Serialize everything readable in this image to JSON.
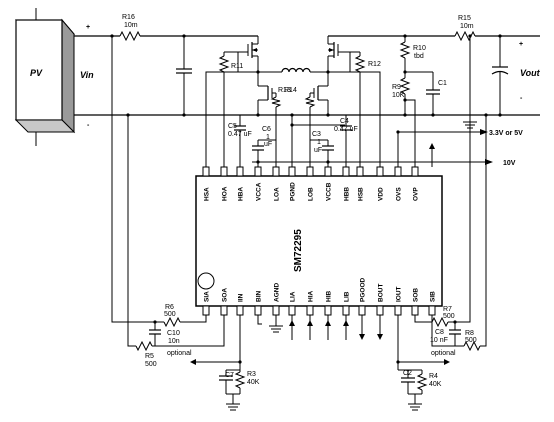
{
  "pv": {
    "label": "PV",
    "vin": "Vin",
    "plus": "+",
    "minus": "-"
  },
  "output": {
    "label": "Vout",
    "plus": "+",
    "minus": "-"
  },
  "supplies": {
    "logic": "3.3V or 5V",
    "gate": "10V"
  },
  "chip": {
    "name": "SM72295",
    "top_pins": [
      "HSA",
      "HOA",
      "HBA",
      "VCCA",
      "LOA",
      "PGND",
      "LOB",
      "VCCB",
      "HBB",
      "HSB",
      "VDD",
      "OVS",
      "OVP"
    ],
    "bottom_pins": [
      "SIA",
      "SOA",
      "IIN",
      "BIN",
      "AGND",
      "LIA",
      "HIA",
      "HIB",
      "LIB",
      "PGOOD",
      "BOUT",
      "IOUT",
      "SOB",
      "SIB"
    ]
  },
  "components": {
    "r16": {
      "name": "R16",
      "value": "10m"
    },
    "r15": {
      "name": "R15",
      "value": "10m"
    },
    "r10": {
      "name": "R10",
      "value": "tbd"
    },
    "r9": {
      "name": "R9",
      "value": "10K"
    },
    "c1": {
      "name": "C1"
    },
    "r11": {
      "name": "R11"
    },
    "r12": {
      "name": "R12"
    },
    "r13": {
      "name": "R13"
    },
    "r14": {
      "name": "R14"
    },
    "c5": {
      "name": "C5",
      "value": "0.47 uF"
    },
    "c4": {
      "name": "C4",
      "value": "0.47 uF"
    },
    "c6": {
      "name": "C6",
      "v1": "1",
      "v2": "uF"
    },
    "c3": {
      "name": "C3",
      "v1": "1",
      "v2": "uF"
    },
    "r6": {
      "name": "R6",
      "value": "500"
    },
    "c10": {
      "name": "C10",
      "value": "10n"
    },
    "r5": {
      "name": "R5",
      "value": "500"
    },
    "optional_a": "optional",
    "r3": {
      "name": "R3",
      "value": "40K"
    },
    "c7": {
      "name": "C7"
    },
    "r7": {
      "name": "R7",
      "value": "500"
    },
    "c8": {
      "name": "C8",
      "value": "10 nF"
    },
    "r8": {
      "name": "R8",
      "value": "500"
    },
    "optional_b": "optional",
    "c2": {
      "name": "C2"
    },
    "r4": {
      "name": "R4",
      "value": "40K"
    }
  }
}
